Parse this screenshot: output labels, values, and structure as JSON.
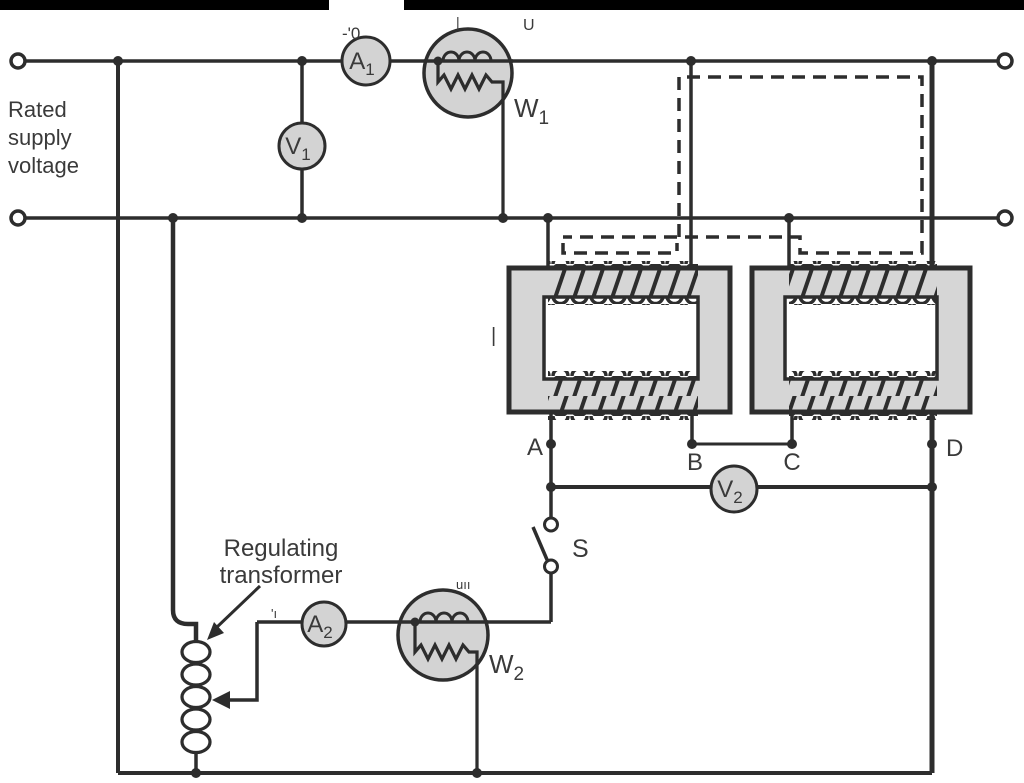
{
  "colors": {
    "line": "#2d2d2d",
    "meter_fill": "#d3d3d3",
    "core_fill": "#d6d6d6",
    "redaction_bar": "#000000",
    "background": "#ffffff"
  },
  "labels": {
    "rated_supply": {
      "line1": "Rated",
      "line2": "supply",
      "line3": "voltage"
    },
    "regulating": {
      "line1": "Regulating",
      "line2": "transformer"
    }
  },
  "meters": {
    "a1": {
      "letter": "A",
      "sub": "1"
    },
    "v1": {
      "letter": "V",
      "sub": "1"
    },
    "w1": {
      "letter": "W",
      "sub": "1"
    },
    "a2": {
      "letter": "A",
      "sub": "2"
    },
    "v2": {
      "letter": "V",
      "sub": "2"
    },
    "w2": {
      "letter": "W",
      "sub": "2"
    }
  },
  "terminals": {
    "a": "A",
    "b": "B",
    "c": "C",
    "d": "D",
    "switch": "S"
  },
  "fragments": {
    "f1": "-'0",
    "f2": "|",
    "f3": "U",
    "f4": "|",
    "f5": "'ı",
    "f6": "uıı"
  }
}
